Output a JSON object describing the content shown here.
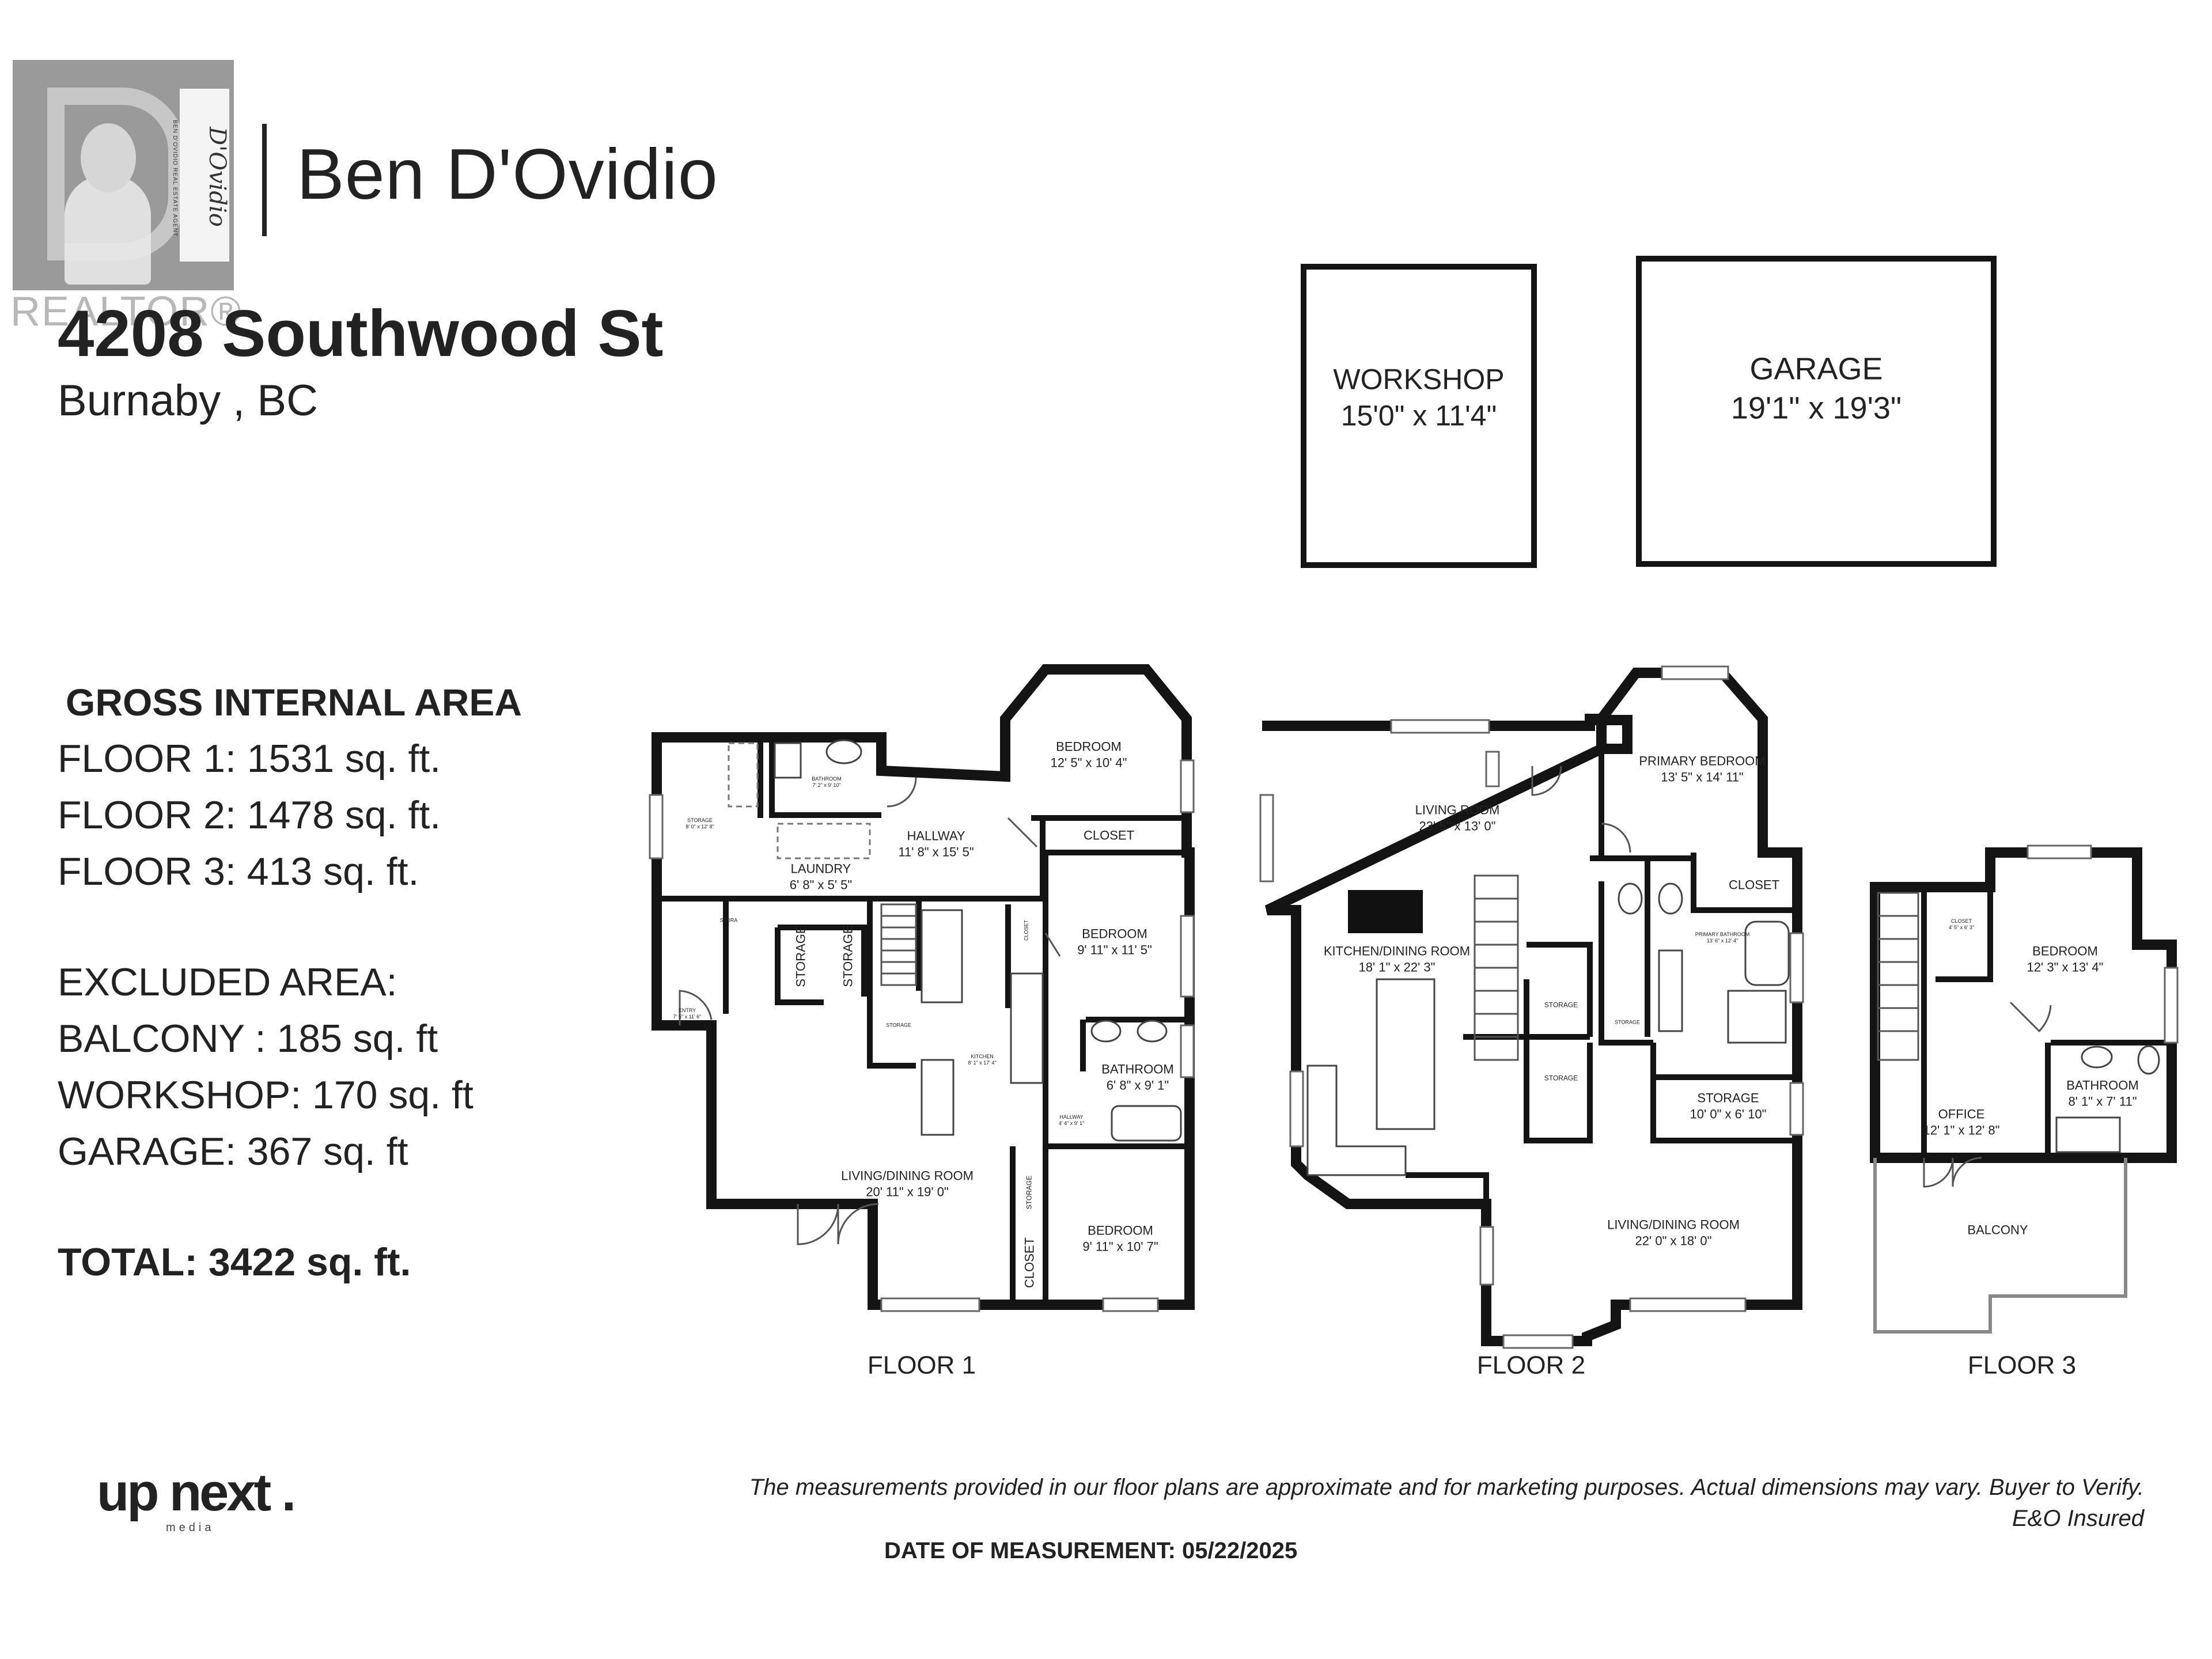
{
  "agent": {
    "name": "Ben D'Ovidio",
    "realtor_mark": "REALTOR®",
    "logo_script": "D'Ovidio",
    "logo_subtitle": "BEN D'OVIDIO REAL ESTATE AGENT"
  },
  "address": {
    "street": "4208 Southwood St",
    "city": "Burnaby , BC"
  },
  "outbuildings": {
    "workshop": {
      "name": "WORKSHOP",
      "dims": "15'0\" x 11'4\""
    },
    "garage": {
      "name": "GARAGE",
      "dims": "19'1\" x 19'3\""
    }
  },
  "area_summary": {
    "heading": "GROSS INTERNAL AREA",
    "floors": [
      "FLOOR 1: 1531 sq. ft.",
      "FLOOR 2: 1478 sq. ft.",
      "FLOOR 3: 413 sq. ft."
    ],
    "excluded_heading": "EXCLUDED AREA:",
    "excluded": [
      "BALCONY : 185 sq. ft",
      "WORKSHOP: 170 sq. ft",
      "GARAGE: 367 sq. ft"
    ],
    "total": "TOTAL: 3422 sq. ft."
  },
  "floor1": {
    "label": "FLOOR 1",
    "rooms": {
      "bedroom_a": {
        "name": "BEDROOM",
        "dims": "12' 5\" x 10' 4\""
      },
      "closet_a": "CLOSET",
      "bathroom_a": {
        "name": "BATHROOM",
        "dims": "7' 2\" x 9' 10\""
      },
      "storage_a": {
        "name": "STORAGE",
        "dims": "8' 0\" x 12' 8\""
      },
      "hallway": {
        "name": "HALLWAY",
        "dims": "11' 8\" x 15' 5\""
      },
      "laundry": {
        "name": "LAUNDRY",
        "dims": "6' 8\" x 5' 5\""
      },
      "bedroom_b": {
        "name": "BEDROOM",
        "dims": "9' 11\" x 11' 5\""
      },
      "closet_b": "CLOSET",
      "storage_b": "STORAGE",
      "storage_c": "STORAGE",
      "storage_d": "STORAGE",
      "stora": "STORA",
      "entry": {
        "name": "ENTRY",
        "dims": "7' 5\" x 11' 6\""
      },
      "kitchen": {
        "name": "KITCHEN",
        "dims": "8' 1\" x 17' 4\""
      },
      "bathroom_b": {
        "name": "BATHROOM",
        "dims": "6' 8\" x 9' 1\""
      },
      "hallway_b": {
        "name": "HALLWAY",
        "dims": "4' 4\" x 9' 1\""
      },
      "living_dining": {
        "name": "LIVING/DINING ROOM",
        "dims": "20' 11\" x 19' 0\""
      },
      "storage_e": "STORAGE",
      "closet_c": "CLOSET",
      "bedroom_c": {
        "name": "BEDROOM",
        "dims": "9' 11\" x 10' 7\""
      }
    }
  },
  "floor2": {
    "label": "FLOOR 2",
    "rooms": {
      "living": {
        "name": "LIVING ROOM",
        "dims": "23' 5\" x 13' 0\""
      },
      "primary_bedroom": {
        "name": "PRIMARY BEDROOM",
        "dims": "13' 5\" x 14' 11\""
      },
      "closet": "CLOSET",
      "primary_bath": {
        "name": "PRIMARY BATHROOM",
        "dims": "13' 6\" x 12' 4\""
      },
      "kitchen_dining": {
        "name": "KITCHEN/DINING ROOM",
        "dims": "18' 1\" x 22' 3\""
      },
      "storage_a": "STORAGE",
      "storage_b": "STORAGE",
      "storage_c": "STORAGE",
      "storage_big": {
        "name": "STORAGE",
        "dims": "10' 0\" x 6' 10\""
      },
      "living_dining": {
        "name": "LIVING/DINING ROOM",
        "dims": "22' 0\" x 18' 0\""
      }
    }
  },
  "floor3": {
    "label": "FLOOR 3",
    "rooms": {
      "closet": {
        "name": "CLOSET",
        "dims": "4' 5\" x 6' 3\""
      },
      "bedroom": {
        "name": "BEDROOM",
        "dims": "12' 3\" x 13' 4\""
      },
      "office": {
        "name": "OFFICE",
        "dims": "12' 1\" x 12' 8\""
      },
      "bathroom": {
        "name": "BATHROOM",
        "dims": "8' 1\" x 7' 11\""
      },
      "balcony": "BALCONY"
    }
  },
  "footer": {
    "brand": "up next .",
    "brand_sub": "media",
    "disclaimer_line1": "The measurements provided in our floor plans are approximate and for marketing purposes. Actual dimensions may vary. Buyer to Verify.",
    "disclaimer_line2": "E&O Insured",
    "date": "DATE OF MEASUREMENT: 05/22/2025"
  }
}
